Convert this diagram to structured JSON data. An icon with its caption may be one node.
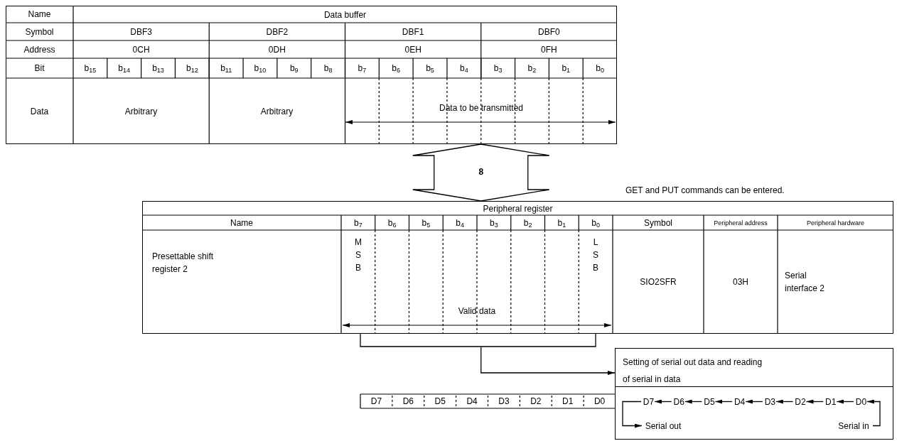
{
  "diagram": {
    "nodes": [
      {
        "text": [
          "Data buffer"
        ]
      },
      {
        "text": [
          "Peripheral register"
        ]
      },
      {
        "text": [
          "Setting of serial out data and reading of serial in data"
        ]
      },
      {
        "text": [
          "D7"
        ],
        "in": 2
      },
      {
        "text": [
          "D6"
        ],
        "in": 2
      },
      {
        "text": [
          "D5"
        ],
        "in": 2
      },
      {
        "text": [
          "D4"
        ],
        "in": 2
      },
      {
        "text": [
          "D3"
        ],
        "in": 2
      },
      {
        "text": [
          "D2"
        ],
        "in": 2
      },
      {
        "text": [
          "D1"
        ],
        "in": 2
      },
      {
        "text": [
          "D0"
        ],
        "in": 2
      },
      {
        "text": [
          "Serial out"
        ],
        "in": 2
      },
      {
        "text": [
          "Serial in"
        ],
        "in": 2
      }
    ],
    "edges": [
      {
        "from": 0,
        "to": 1,
        "arrow": "both",
        "label": "8"
      },
      {
        "from": 1,
        "to": 2,
        "arrow": "to"
      },
      {
        "from": 4,
        "to": 3,
        "arrow": "to"
      },
      {
        "from": 5,
        "to": 4,
        "arrow": "to"
      },
      {
        "from": 6,
        "to": 5,
        "arrow": "to"
      },
      {
        "from": 7,
        "to": 6,
        "arrow": "to"
      },
      {
        "from": 8,
        "to": 7,
        "arrow": "to"
      },
      {
        "from": 9,
        "to": 8,
        "arrow": "to"
      },
      {
        "from": 10,
        "to": 9,
        "arrow": "to"
      },
      {
        "from": 12,
        "to": 10,
        "arrow": "to"
      },
      {
        "from": 3,
        "to": 11,
        "arrow": "to"
      }
    ],
    "labels": [
      "Name",
      "Symbol",
      "DBF3",
      "DBF2",
      "DBF1",
      "DBF0",
      "Address",
      "0CH",
      "0DH",
      "0EH",
      "0FH",
      "Bit",
      "b$_{15}$",
      "b$_{14}$",
      "b$_{13}$",
      "b$_{12}$",
      "b$_{11}$",
      "b$_{10}$",
      "b$_{9}$",
      "b$_{8}$",
      "b$_{7}$",
      "b$_{6}$",
      "b$_{5}$",
      "b$_{4}$",
      "b$_{3}$",
      "b$_{2}$",
      "b$_{1}$",
      "b$_{0}$",
      "Data",
      "Arbitrary",
      "Arbitrary",
      "Data to be transmitted",
      "GET and PUT commands can be entered.",
      "Name",
      "b$_{7}$",
      "b$_{6}$",
      "b$_{5}$",
      "b$_{4}$",
      "b$_{3}$",
      "b$_{2}$",
      "b$_{1}$",
      "b$_{0}$",
      "Symbol",
      "Peripheral address",
      "Peripheral hardware",
      "Presettable shift register 2",
      "MSB",
      "LSB",
      "Valid data",
      "SIO2SFR",
      "03H",
      "Serial interface 2",
      "D7",
      "D6",
      "D5",
      "D4",
      "D3",
      "D2",
      "D1",
      "D0"
    ]
  }
}
